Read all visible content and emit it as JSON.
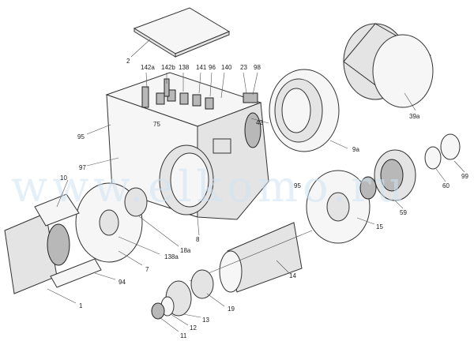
{
  "watermark": "www.elkomo.ru",
  "labels": {
    "l2": "2",
    "l142a": "142a",
    "l142b": "142b",
    "l138": "138",
    "l141": "141",
    "l96": "96",
    "l140": "140",
    "l23": "23",
    "l98": "98",
    "l75": "75",
    "l42": "42",
    "l95a": "95",
    "l95b": "95",
    "l97": "97",
    "l10": "10",
    "l9a": "9a",
    "l39a": "39a",
    "l99": "99",
    "l60": "60",
    "l59": "59",
    "l15": "15",
    "l8": "8",
    "l18a": "18a",
    "l138a": "138a",
    "l7": "7",
    "l94": "94",
    "l1": "1",
    "l14": "14",
    "l19": "19",
    "l13": "13",
    "l12": "12",
    "l11": "11"
  },
  "colors": {
    "line": "#333333",
    "fill": "#f6f6f6",
    "shade": "#b8b8b8",
    "watermark": "#cfe3f3"
  }
}
